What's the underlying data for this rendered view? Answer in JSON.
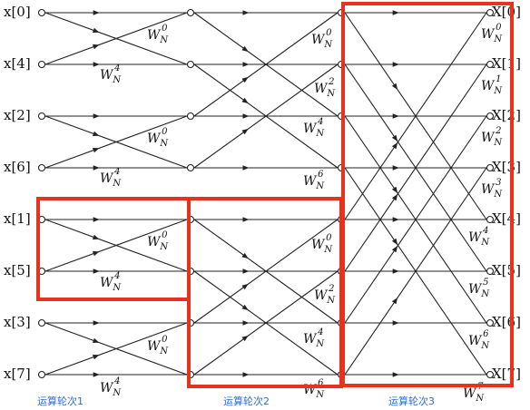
{
  "inputs": [
    "x[0]",
    "x[4]",
    "x[2]",
    "x[6]",
    "x[1]",
    "x[5]",
    "x[3]",
    "x[7]"
  ],
  "outputs": [
    "X[0]",
    "X[1]",
    "X[2]",
    "X[3]",
    "X[4]",
    "X[5]",
    "X[6]",
    "X[7]"
  ],
  "twiddle_base": "W",
  "twiddle_sub": "N",
  "stage1_twiddles": [
    "0",
    "4",
    "0",
    "4",
    "0",
    "4",
    "0",
    "4"
  ],
  "stage2_twiddles": [
    "0",
    "2",
    "4",
    "6",
    "0",
    "2",
    "4",
    "6"
  ],
  "stage3_twiddles": [
    "0",
    "1",
    "2",
    "3",
    "4",
    "5",
    "6",
    "7"
  ],
  "stage_labels": [
    "运算轮次1",
    "运算轮次2",
    "运算轮次3"
  ],
  "highlight_color": "#e8321e",
  "stage_label_color": "#2f6fd0"
}
